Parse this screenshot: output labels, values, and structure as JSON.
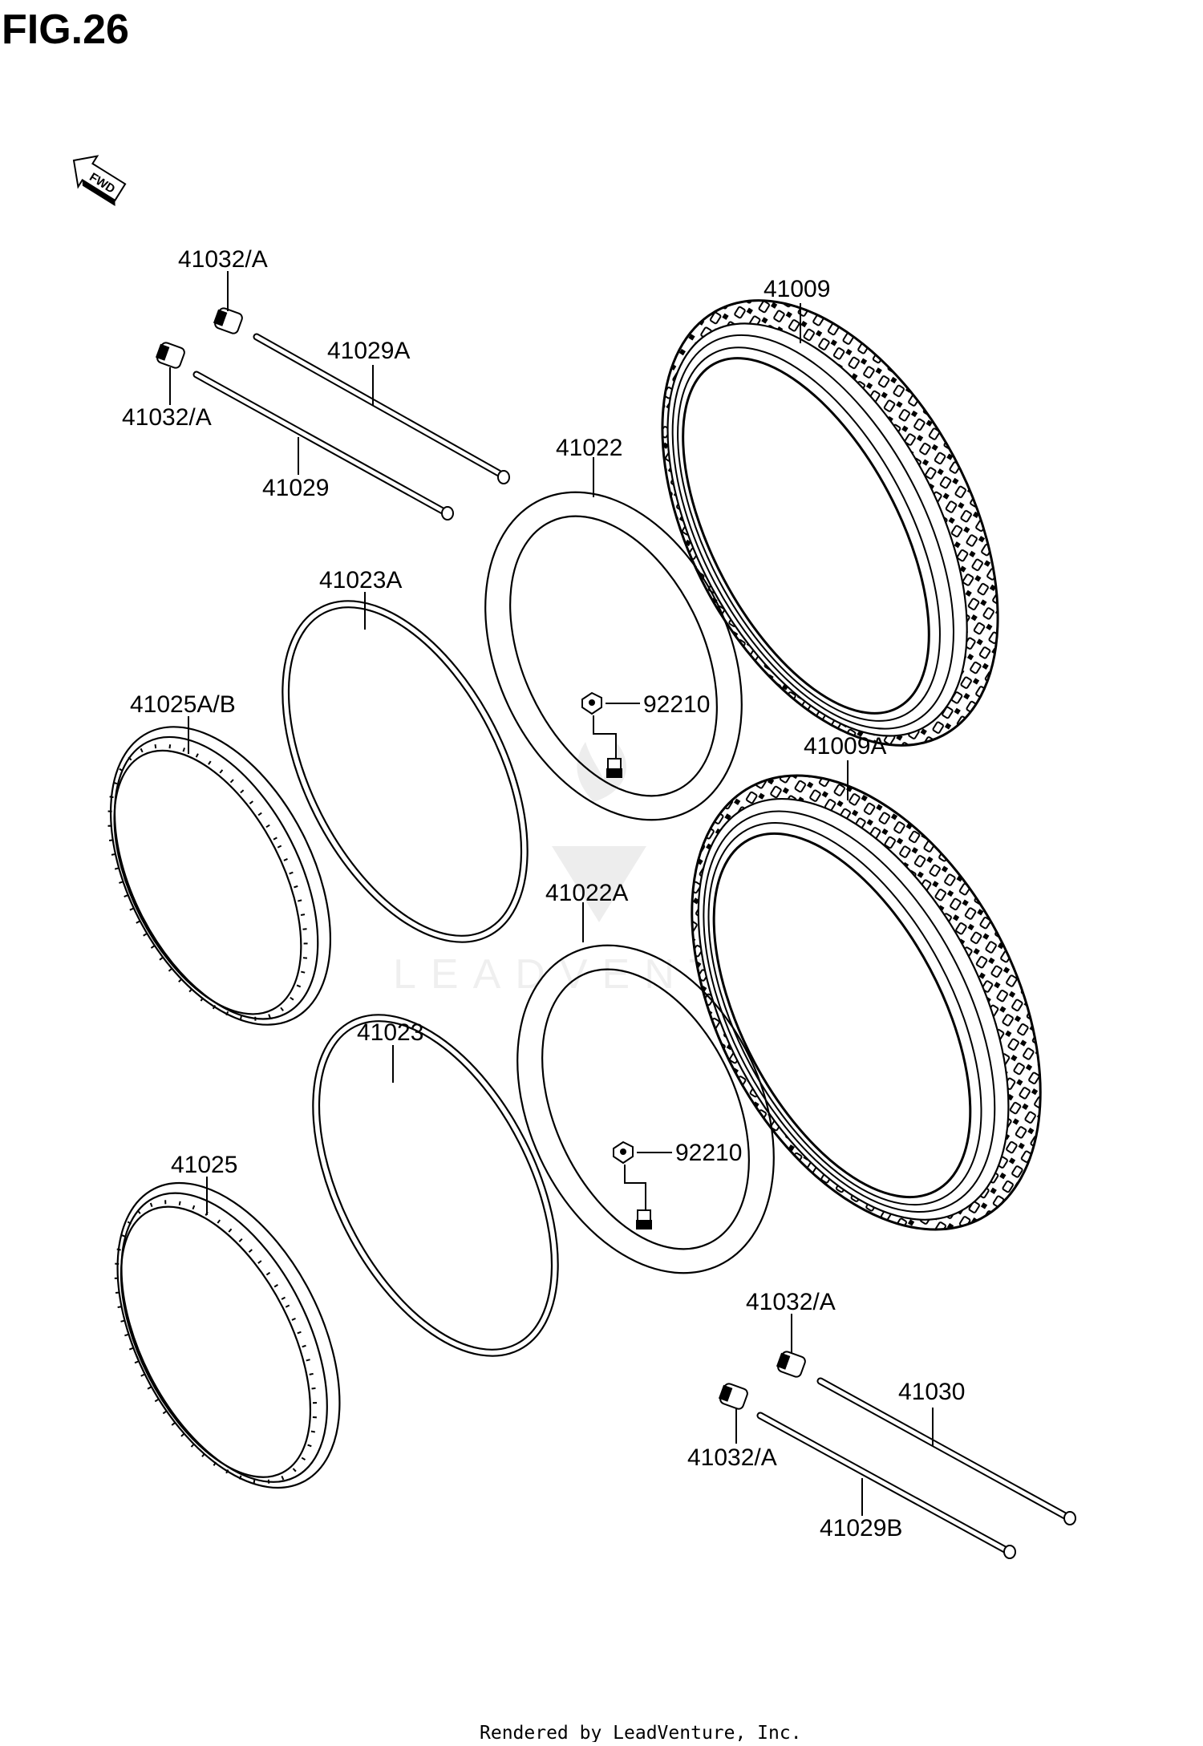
{
  "figure_title": "FIG.26",
  "fwd_label": "FWD",
  "watermark": "LEADVENTURE",
  "footer": "Rendered by LeadVenture, Inc.",
  "labels": {
    "spoke_nipple_upper_top": "41032/A",
    "spoke_front_a": "41029A",
    "spoke_nipple_upper_bottom": "41032/A",
    "spoke_front": "41029",
    "tire_front": "41009",
    "tube_front": "41022",
    "rim_band_front": "41023A",
    "rim_front": "41025A/B",
    "tube_nut_front": "92210",
    "tire_rear": "41009A",
    "tube_rear": "41022A",
    "rim_band_rear": "41023",
    "tube_nut_rear": "92210",
    "rim_rear": "41025",
    "spoke_nipple_lower_top": "41032/A",
    "spoke_rear": "41030",
    "spoke_nipple_lower_bottom": "41032/A",
    "spoke_rear_b": "41029B"
  }
}
